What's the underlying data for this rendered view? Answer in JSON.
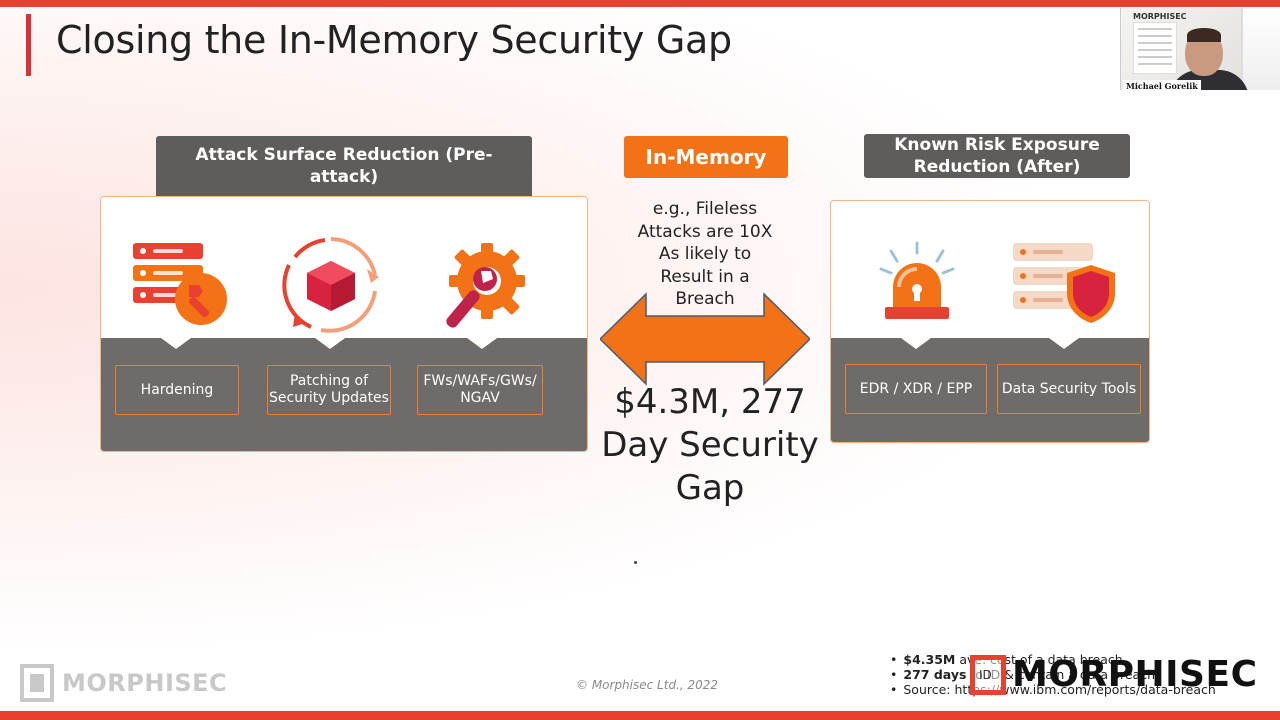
{
  "slide": {
    "title": "Closing the In-Memory Security Gap"
  },
  "webcam": {
    "logo_text": "MORPHISEC",
    "name_tag": "Michael Gorelik"
  },
  "left_section": {
    "header": "Attack Surface Reduction (Pre-attack)",
    "icons": [
      "server-wrench-icon",
      "patch-cycle-icon",
      "gear-wrench-icon"
    ],
    "tiles": [
      "Hardening",
      "Patching of Security Updates",
      "FWs/WAFs/GWs/ NGAV"
    ]
  },
  "middle_section": {
    "header": "In-Memory",
    "description": "e.g., Fileless Attacks are 10X As likely to Result in a Breach",
    "big_stat": "$4.3M, 277 Day Security Gap"
  },
  "right_section": {
    "header": "Known Risk Exposure Reduction (After)",
    "icons": [
      "alarm-siren-icon",
      "server-shield-icon"
    ],
    "tiles": [
      "EDR / XDR / EPP",
      "Data Security Tools"
    ]
  },
  "footer": {
    "copyright": "© Morphisec Ltd., 2022",
    "logo_text": "MORPHISEC",
    "notes": [
      {
        "bold": "$4.35M",
        "text": " ave. cost of a data breach"
      },
      {
        "bold": "277 days",
        "text": " to ID & contain a data breach"
      },
      {
        "bold": "",
        "text": "Source: https://www.ibm.com/reports/data-breach"
      }
    ]
  },
  "overlay": {
    "brand": "MORPHISEC",
    "mark_text": "ID"
  },
  "colors": {
    "accent_orange": "#f47216",
    "accent_red": "#e8412f",
    "header_gray": "#5f5d5b",
    "panel_gray": "#6e6b69"
  }
}
